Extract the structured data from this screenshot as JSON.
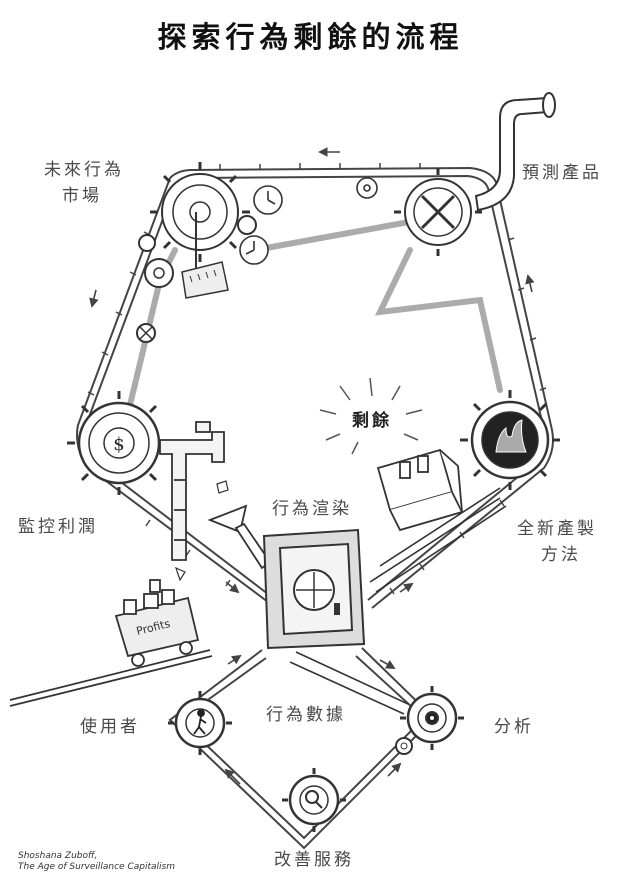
{
  "title": "探索行為剩餘的流程",
  "labels": {
    "future_market_line1": "未來行為",
    "future_market_line2": "市場",
    "prediction_products": "預測產品",
    "monitoring_profit": "監控利潤",
    "surplus": "剩餘",
    "behavior_rendering": "行為渲染",
    "new_production_line1": "全新產製",
    "new_production_line2": "方法",
    "users": "使用者",
    "behavioral_data": "行為數據",
    "analysis": "分析",
    "improve_services": "改善服務",
    "profits": "Profits"
  },
  "credit": {
    "author": "Shoshana Zuboff,",
    "book": "The Age of Surveillance Capitalism"
  },
  "icons": {
    "dollar_gear": "$",
    "person_gear": "walking-person",
    "search_gear": "magnifier",
    "analysis_gear": "cog"
  }
}
